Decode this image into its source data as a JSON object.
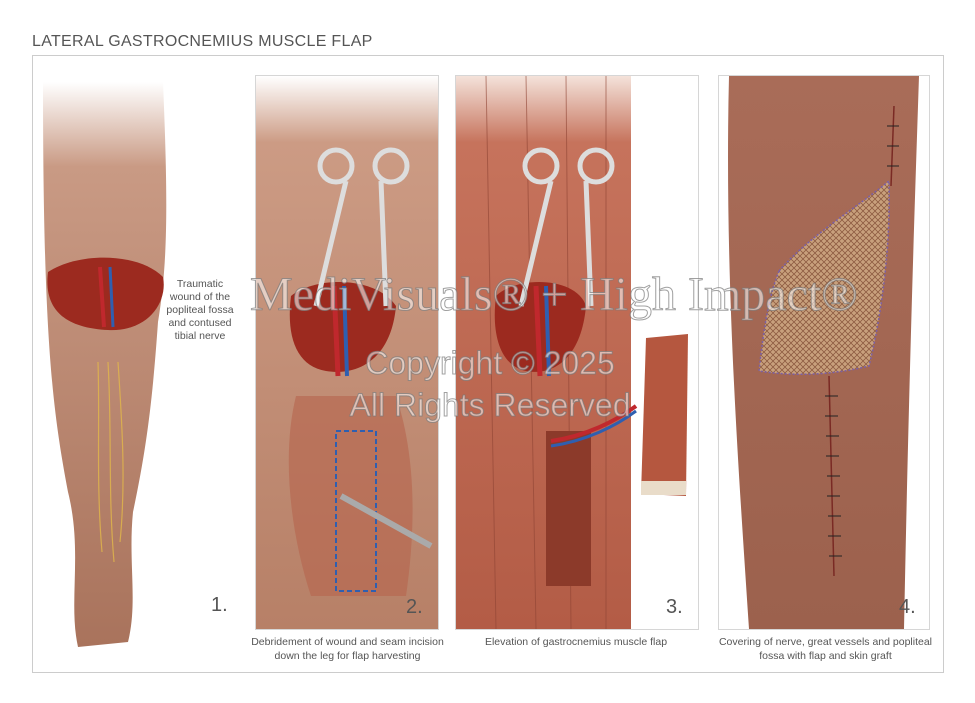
{
  "title": "LATERAL GASTROCNEMIUS MUSCLE FLAP",
  "panels": [
    {
      "number": "1.",
      "note": "Traumatic wound of the popliteal fossa and contused tibial nerve",
      "caption": ""
    },
    {
      "number": "2.",
      "caption": "Debridement of wound and seam incision down the leg for flap harvesting"
    },
    {
      "number": "3.",
      "caption": "Elevation of gastrocnemius muscle flap"
    },
    {
      "number": "4.",
      "caption": "Covering of nerve, great vessels and popliteal fossa with flap and skin graft"
    }
  ],
  "watermark": {
    "brand": "MediVisuals® + High Impact®",
    "copyright": "Copyright © 2025",
    "rights": "All Rights Reserved"
  },
  "colors": {
    "skin": "#b9826a",
    "muscle": "#a8533f",
    "wound": "#9c2a1f",
    "artery": "#c0282d",
    "vein": "#2f5fb0"
  }
}
